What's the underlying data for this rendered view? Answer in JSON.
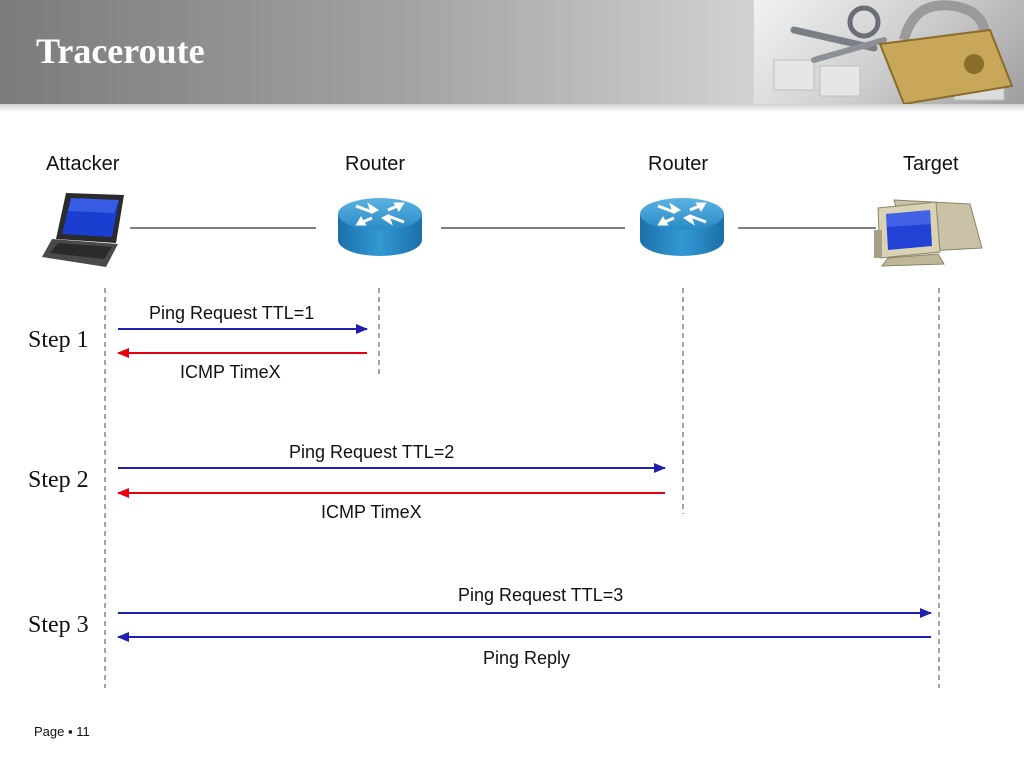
{
  "title": "Traceroute",
  "nodes": {
    "attacker": {
      "label": "Attacker",
      "icon": "laptop-icon"
    },
    "router1": {
      "label": "Router",
      "icon": "router-icon"
    },
    "router2": {
      "label": "Router",
      "icon": "router-icon"
    },
    "target": {
      "label": "Target",
      "icon": "desktop-computer-icon"
    }
  },
  "steps": [
    {
      "label": "Step 1",
      "request": "Ping Request TTL=1",
      "response": "ICMP TimeX"
    },
    {
      "label": "Step 2",
      "request": "Ping Request TTL=2",
      "response": "ICMP TimeX"
    },
    {
      "label": "Step 3",
      "request": "Ping Request TTL=3",
      "response": "Ping Reply"
    }
  ],
  "colors": {
    "request": "#1f1fb0",
    "response": "#e8000f",
    "router": "#2a8ac6"
  },
  "footer": {
    "page_label": "Page",
    "separator": "▪",
    "page_number": "11"
  }
}
